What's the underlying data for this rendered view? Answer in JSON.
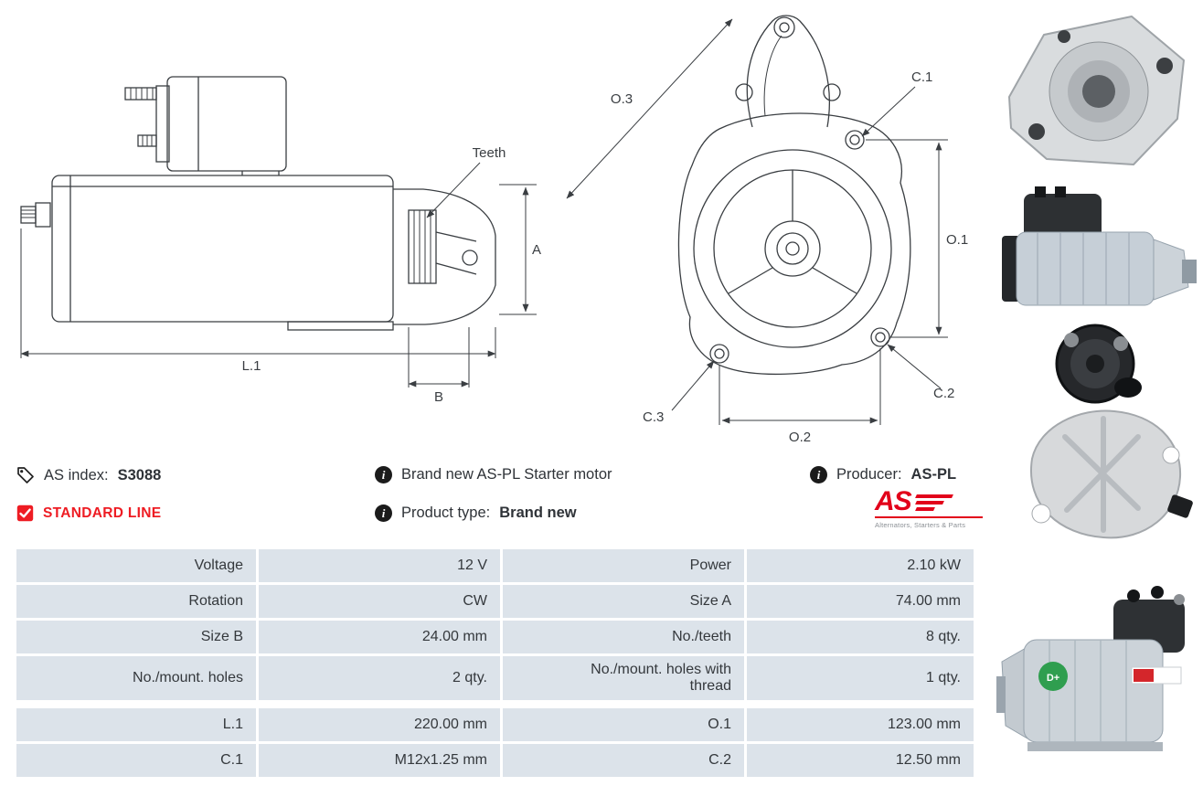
{
  "colors": {
    "accent_red": "#ee1c23",
    "logo_red": "#e2001a",
    "table_cell_bg": "#dce3ea",
    "text": "#34383c",
    "drawing_line": "#3a3e42"
  },
  "icons": {
    "tag": "tag-icon",
    "check": "checkbox-checked-icon",
    "info": "info-icon",
    "info_glyph": "i"
  },
  "header": {
    "as_index_label": "AS index:",
    "as_index_value": "S3088",
    "standard_line_label": "STANDARD LINE",
    "description": "Brand new AS-PL Starter motor",
    "product_type_label": "Product type:",
    "product_type_value": "Brand new",
    "producer_label": "Producer:",
    "producer_value": "AS-PL"
  },
  "logo": {
    "text": "AS",
    "tagline": "Alternators, Starters & Parts"
  },
  "diagram": {
    "side": {
      "teeth": "Teeth",
      "a": "A",
      "l1": "L.1",
      "b": "B"
    },
    "front": {
      "o3": "O.3",
      "c1": "C.1",
      "o1": "O.1",
      "c3": "C.3",
      "o2": "O.2",
      "c2": "C.2"
    }
  },
  "photos": {
    "badge": "D+"
  },
  "table": {
    "rows": [
      {
        "label1": "Voltage",
        "value1": "12 V",
        "label2": "Power",
        "value2": "2.10 kW"
      },
      {
        "label1": "Rotation",
        "value1": "CW",
        "label2": "Size A",
        "value2": "74.00 mm"
      },
      {
        "label1": "Size B",
        "value1": "24.00 mm",
        "label2": "No./teeth",
        "value2": "8 qty."
      },
      {
        "label1": "No./mount. holes",
        "value1": "2 qty.",
        "label2": "No./mount. holes with thread",
        "value2": "1 qty."
      },
      {
        "label1": "L.1",
        "value1": "220.00 mm",
        "label2": "O.1",
        "value2": "123.00 mm"
      },
      {
        "label1": "C.1",
        "value1": "M12x1.25 mm",
        "label2": "C.2",
        "value2": "12.50 mm"
      }
    ]
  }
}
